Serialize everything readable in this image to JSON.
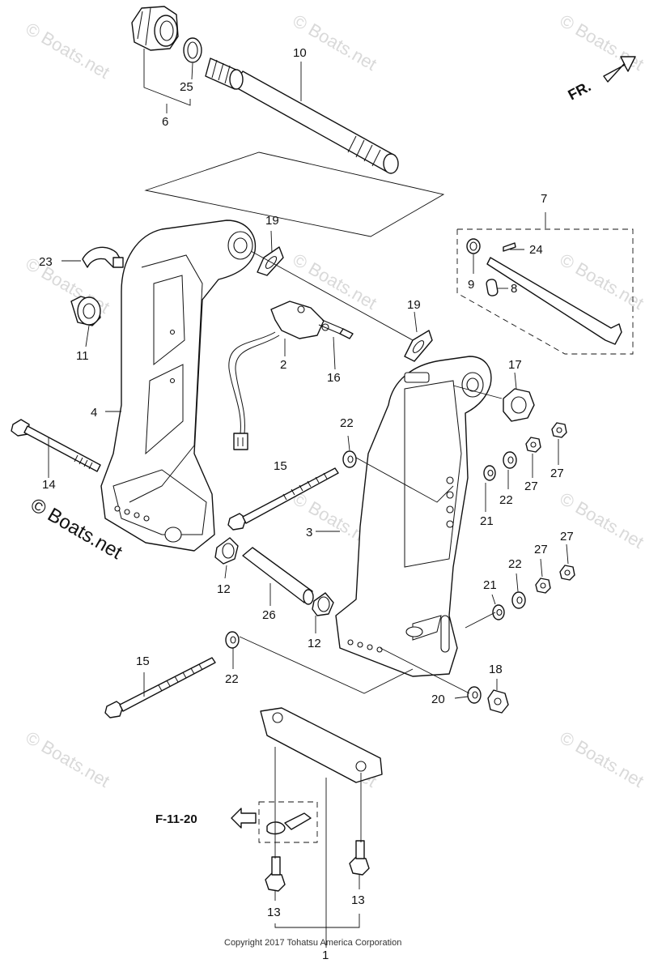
{
  "watermark": "© Boats.net",
  "copyright": "Copyright 2017 Tohatsu America Corporation",
  "direction_label": "FR.",
  "reference_label": "F-11-20",
  "callouts": {
    "c1": "1",
    "c2": "2",
    "c3": "3",
    "c4": "4",
    "c6": "6",
    "c7": "7",
    "c8": "8",
    "c9": "9",
    "c10": "10",
    "c11": "11",
    "c12a": "12",
    "c12b": "12",
    "c13a": "13",
    "c13b": "13",
    "c14": "14",
    "c15a": "15",
    "c15b": "15",
    "c16": "16",
    "c17": "17",
    "c18": "18",
    "c19a": "19",
    "c19b": "19",
    "c20": "20",
    "c21a": "21",
    "c21b": "21",
    "c22a": "22",
    "c22b": "22",
    "c22c": "22",
    "c22d": "22",
    "c23": "23",
    "c24": "24",
    "c25": "25",
    "c26": "26",
    "c27a": "27",
    "c27b": "27",
    "c27c": "27",
    "c27d": "27"
  }
}
